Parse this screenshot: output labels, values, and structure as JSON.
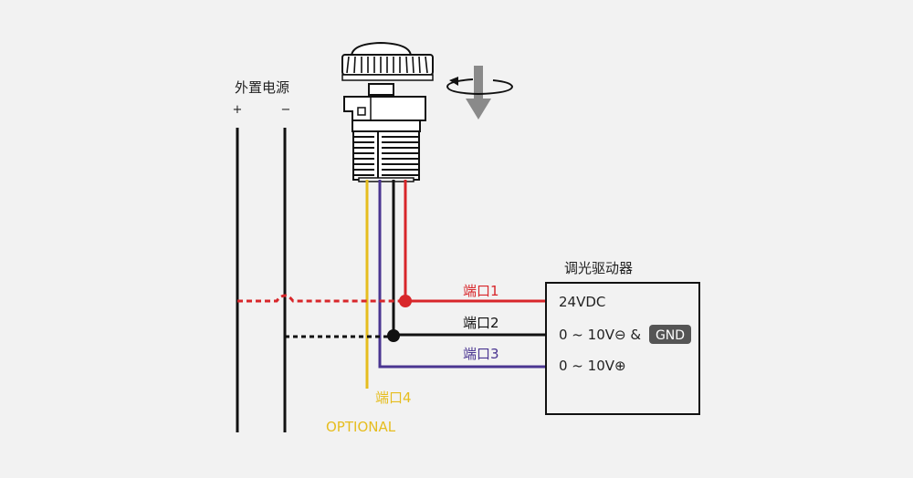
{
  "power_supply": {
    "title": "外置电源",
    "plus": "+",
    "minus": "−"
  },
  "driver": {
    "title": "调光驱动器",
    "line1": "24VDC",
    "line2": "0 ~ 10V⊖ &",
    "gnd_badge": "GND",
    "line3": "0 ~ 10V⊕"
  },
  "ports": {
    "p1": {
      "label": "端口1",
      "color": "#d8262a"
    },
    "p2": {
      "label": "端口2",
      "color": "#111111"
    },
    "p3": {
      "label": "端口3",
      "color": "#4a3591"
    },
    "p4": {
      "label": "端口4",
      "color": "#e6bd1f"
    }
  },
  "optional_label": "OPTIONAL",
  "colors": {
    "background": "#f2f2f2",
    "arrow": "#8a8a8a",
    "knob": "#ffffff",
    "outline": "#111111"
  }
}
